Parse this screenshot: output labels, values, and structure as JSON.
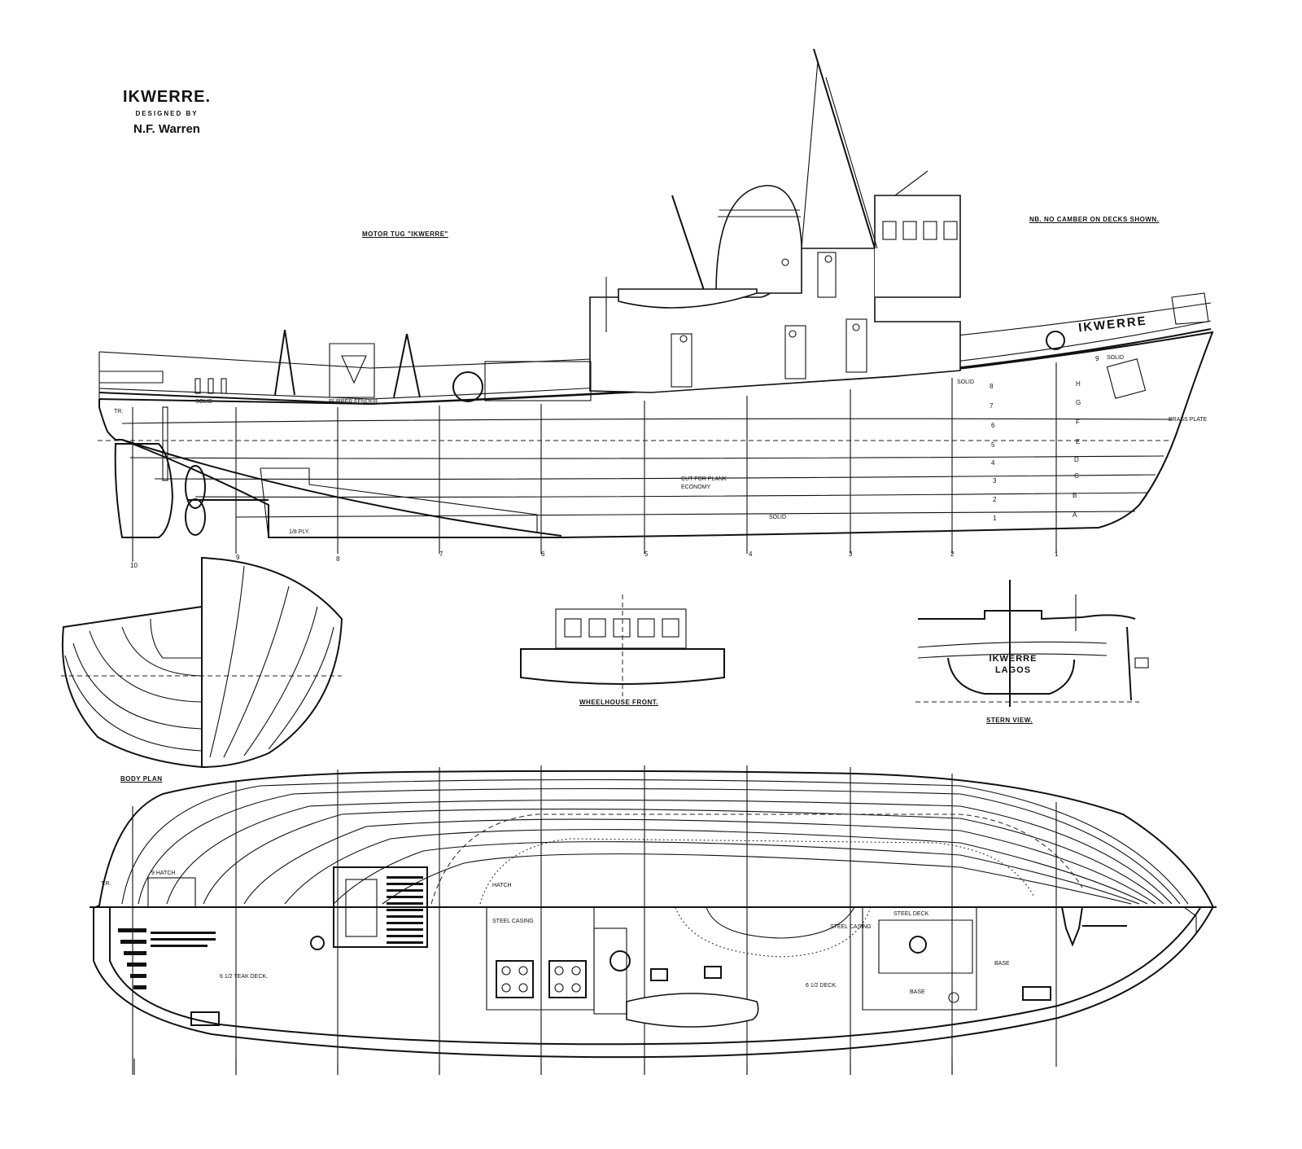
{
  "title": {
    "name": "IKWERRE.",
    "designed_by": "DESIGNED BY",
    "designer": "N.F. Warren"
  },
  "captions": {
    "profile": "MOTOR TUG \"IKWERRE\"",
    "note": "NB. NO CAMBER ON DECKS SHOWN.",
    "body_plan": "BODY PLAN",
    "wheelhouse": "WHEELHOUSE FRONT.",
    "stern_view": "STERN VIEW."
  },
  "hull_name": "IKWERRE",
  "stern_name": {
    "line1": "IKWERRE",
    "line2": "LAGOS"
  },
  "profile_labels": {
    "solid_aft": "SOLID",
    "rubber_fender": "RUBBER FENDER",
    "cut_for_plank": "CUT FOR PLANK",
    "economy": "ECONOMY",
    "solid_keel": "SOLID",
    "ply": "1/8 PLY.",
    "solid_fwd": "SOLID",
    "solid_bow": "SOLID",
    "brass_plate": "BRASS PLATE",
    "tr": "TR."
  },
  "plan_labels": {
    "hatch_aft": "9 HATCH",
    "hatch": "HATCH",
    "steel_casing": "STEEL CASING",
    "steel_casing_2": "STEEL CASING",
    "steel_deck": "STEEL DECK",
    "teak_deck": "6 1/2 TEAK DECK.",
    "deck": "6 1/2 DECK.",
    "base_1": "BASE",
    "base_2": "BASE",
    "tr": "T.R."
  },
  "stations": [
    "10",
    "9",
    "8",
    "7",
    "6",
    "5",
    "4",
    "3",
    "2",
    "1"
  ],
  "waterlines": [
    "A",
    "B",
    "C",
    "D",
    "E",
    "F",
    "G",
    "H"
  ],
  "buttocks": [
    "1",
    "2",
    "3",
    "4",
    "5",
    "6",
    "7",
    "8",
    "9"
  ]
}
